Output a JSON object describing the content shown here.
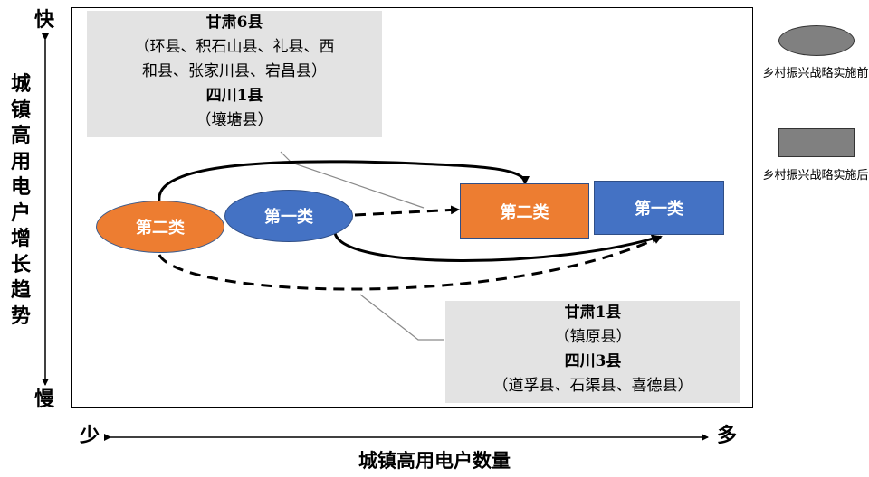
{
  "axes": {
    "y_fast": "快",
    "y_slow": "慢",
    "y_title": "城镇高用电户增长趋势",
    "x_few": "少",
    "x_many": "多",
    "x_title": "城镇高用电户数量"
  },
  "top_box": {
    "heading1": "甘肃6县",
    "line1": "（环县、积石山县、礼县、西",
    "line2": "和县、张家川县、宕昌县）",
    "heading2": "四川1县",
    "line3": "（壤塘县）"
  },
  "bottom_box": {
    "heading1": "甘肃1县",
    "line1": "（镇原县）",
    "heading2": "四川3县",
    "line2": "（道孚县、石渠县、喜德县）"
  },
  "nodes": {
    "before_class2": "第二类",
    "before_class1": "第一类",
    "after_class2": "第二类",
    "after_class1": "第一类"
  },
  "legend": {
    "before_label": "乡村振兴战略实施前",
    "after_label": "乡村振兴战略实施后"
  },
  "colors": {
    "class1": "#4472c4",
    "class2": "#ed7d31",
    "legend_fill": "#808080",
    "box_fill": "#e3e3e3"
  }
}
